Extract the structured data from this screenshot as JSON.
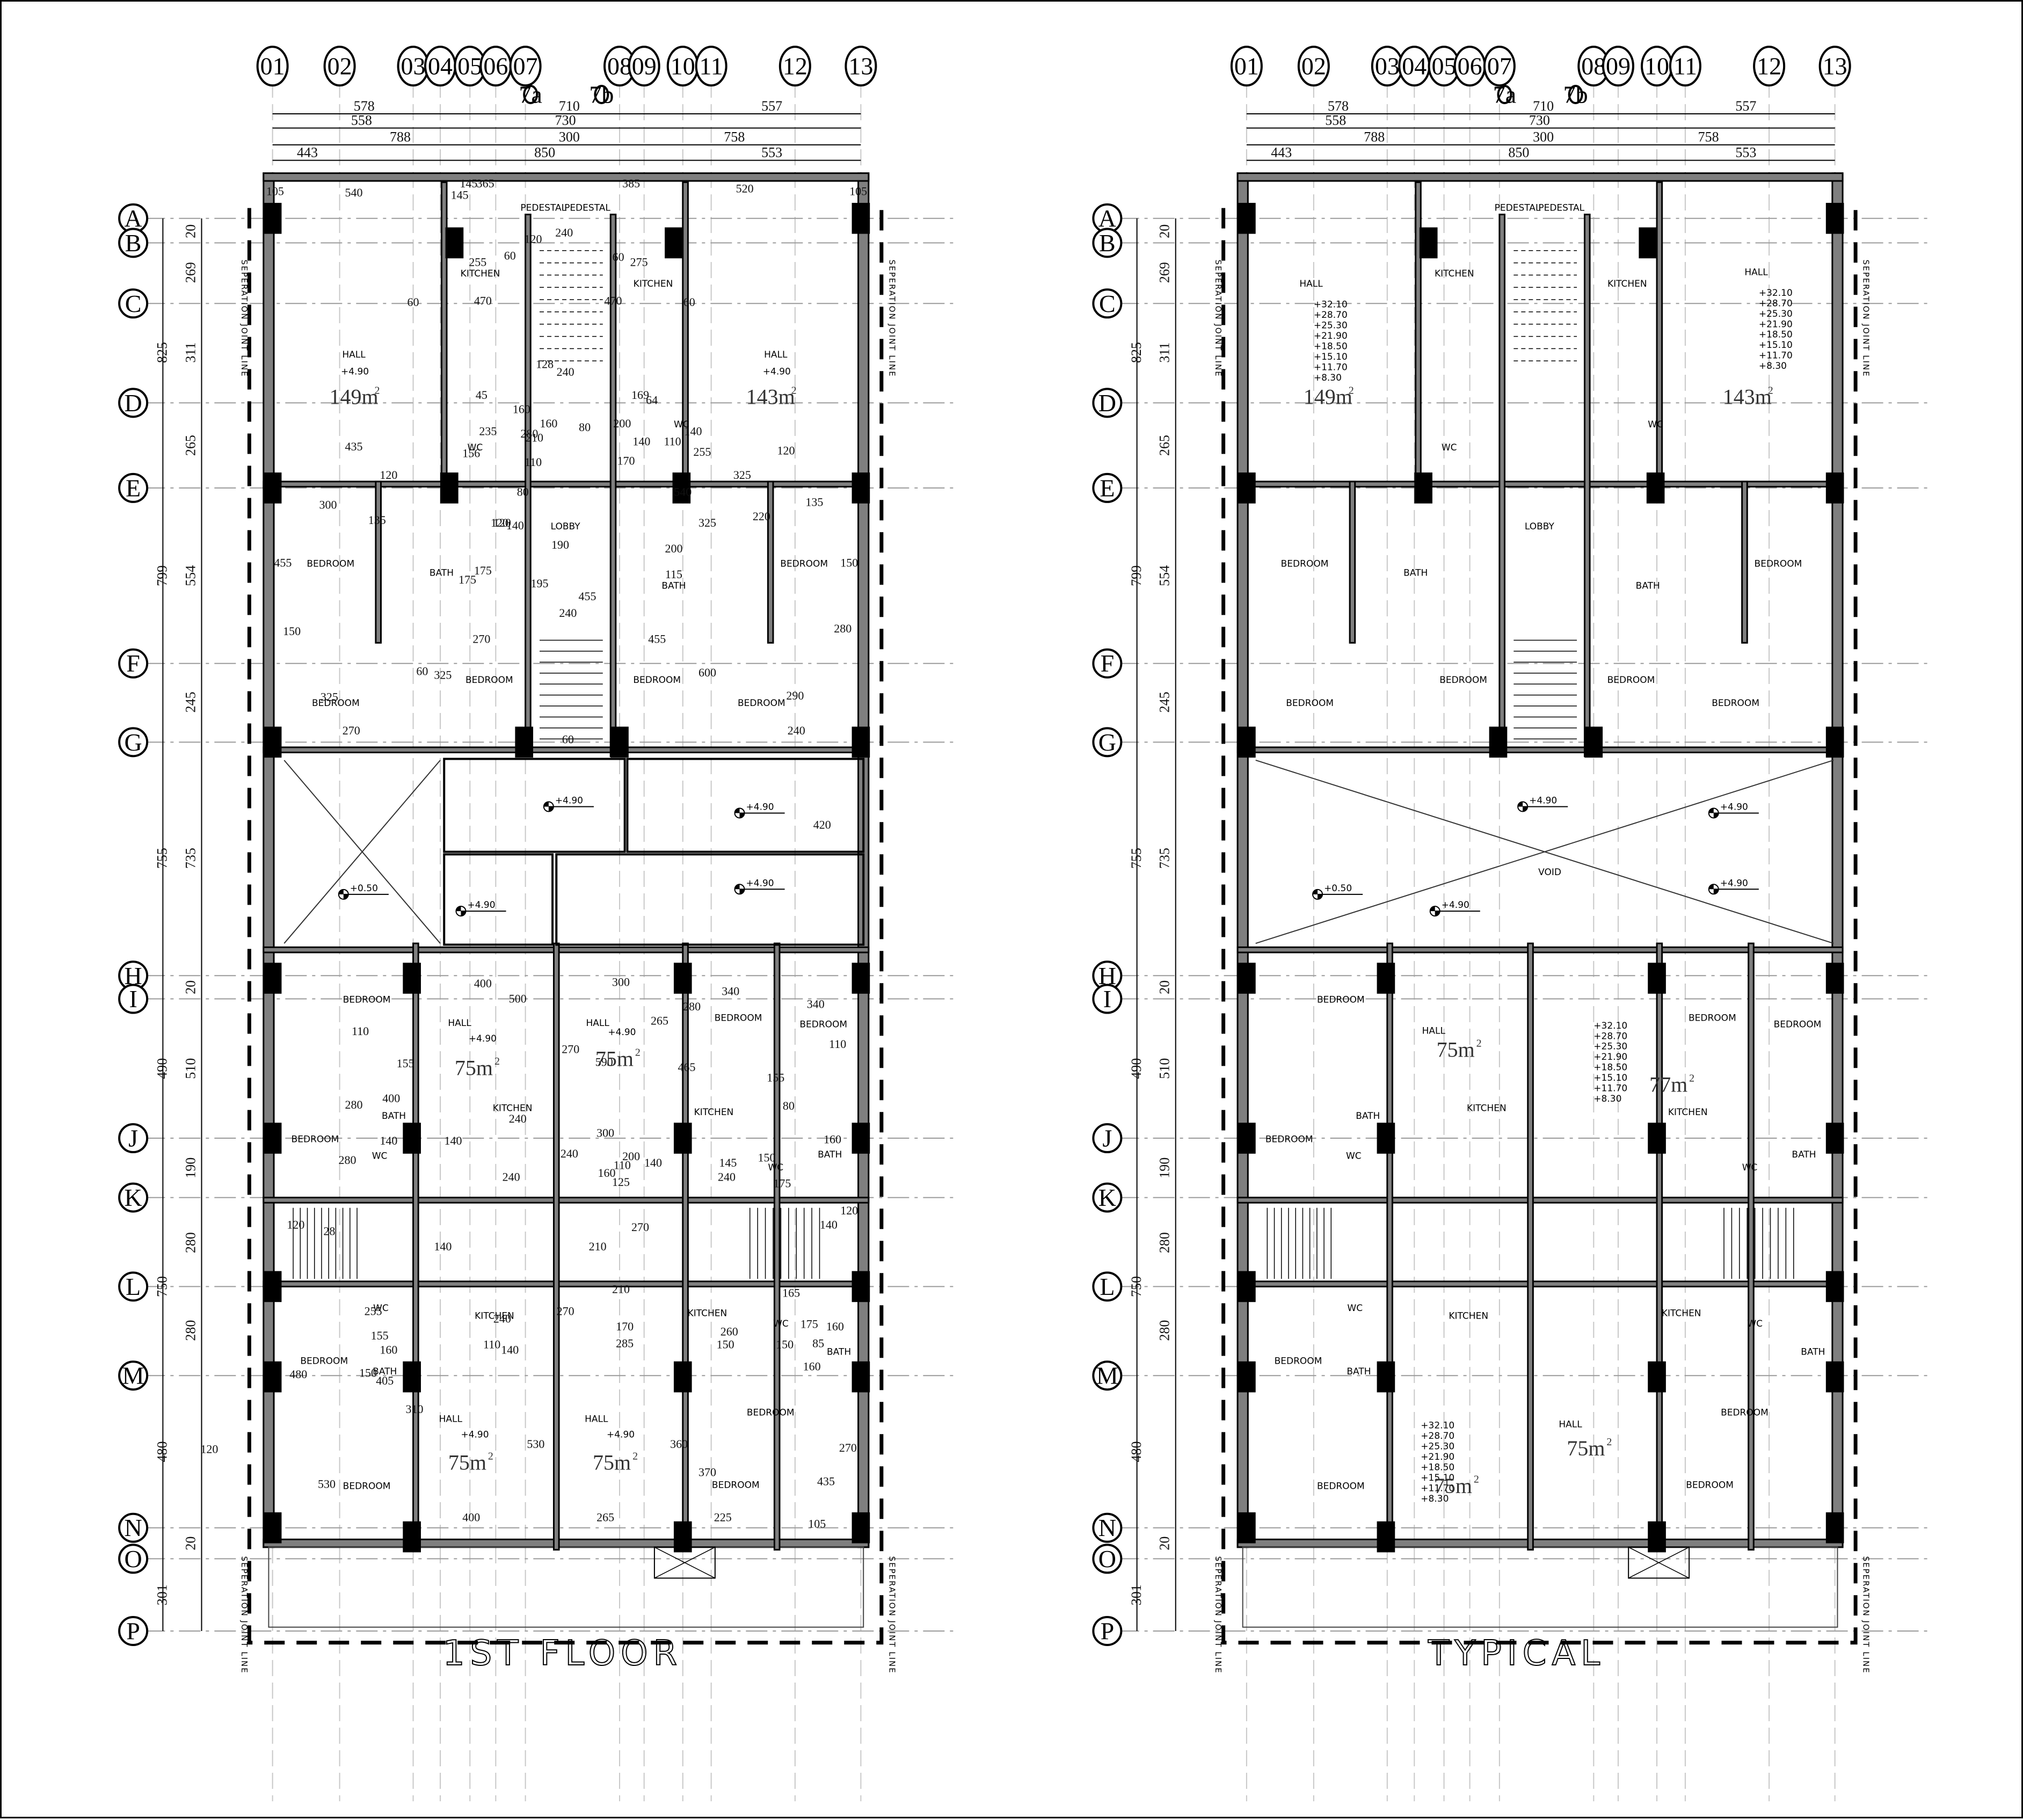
{
  "sheet": {
    "background": "#ffffff",
    "line_color": "#000000",
    "wall_fill": "#7f7f7f"
  },
  "plans": [
    {
      "id": "first-floor",
      "title": "1ST FLOOR",
      "grid_columns": [
        "01",
        "02",
        "03",
        "04",
        "05",
        "06",
        "07",
        "08",
        "09",
        "10",
        "11",
        "12",
        "13"
      ],
      "sub_grid_columns": [
        "7a",
        "7b"
      ],
      "grid_rows": [
        "A",
        "B",
        "C",
        "D",
        "E",
        "F",
        "G",
        "H",
        "I",
        "J",
        "K",
        "L",
        "M",
        "N",
        "O",
        "P"
      ],
      "top_dimensions": {
        "row1": [
          "578",
          "710",
          "557"
        ],
        "row2": [
          "558",
          "730"
        ],
        "row3": [
          "788",
          "300",
          "758"
        ],
        "row4": [
          "443",
          "850",
          "553"
        ]
      },
      "left_dimensions": {
        "outer": [
          "825",
          "799",
          "755",
          "490",
          "750",
          "480",
          "301"
        ],
        "inner": [
          "20",
          "269",
          "311",
          "265",
          "554",
          "245",
          "735",
          "20",
          "510",
          "190",
          "280",
          "280",
          "20"
        ]
      },
      "separation_joint_label": "SEPERATION JOINT LINE",
      "edge_offsets": [
        "45",
        "45",
        "45",
        "45",
        "55",
        "55",
        "45",
        "45",
        "45",
        "45",
        "105",
        "105"
      ],
      "rooms": [
        {
          "label": "HALL",
          "level": "+4.90",
          "area": "149",
          "unit": "m",
          "sup": "2"
        },
        {
          "label": "HALL",
          "level": "+4.90",
          "area": "143",
          "unit": "m",
          "sup": "2"
        },
        {
          "label": "KITCHEN"
        },
        {
          "label": "KITCHEN"
        },
        {
          "label": "PEDESTAL"
        },
        {
          "label": "PEDESTAL"
        },
        {
          "label": "WC"
        },
        {
          "label": "WC"
        },
        {
          "label": "LOBBY"
        },
        {
          "label": "BATH"
        },
        {
          "label": "BATH"
        },
        {
          "label": "BEDROOM"
        },
        {
          "label": "BEDROOM"
        },
        {
          "label": "BEDROOM"
        },
        {
          "label": "BEDROOM"
        },
        {
          "label": "BEDROOM"
        },
        {
          "label": "BEDROOM"
        },
        {
          "label": "HALL",
          "level": "+4.90",
          "area": "75",
          "unit": "m",
          "sup": "2"
        },
        {
          "label": "HALL",
          "level": "+4.90",
          "area": "75",
          "unit": "m",
          "sup": "2"
        },
        {
          "label": "BEDROOM"
        },
        {
          "label": "BEDROOM"
        },
        {
          "label": "BEDROOM"
        },
        {
          "label": "BEDROOM"
        },
        {
          "label": "KITCHEN"
        },
        {
          "label": "KITCHEN"
        },
        {
          "label": "BATH"
        },
        {
          "label": "BATH"
        },
        {
          "label": "WC"
        },
        {
          "label": "WC"
        },
        {
          "label": "KITCHEN"
        },
        {
          "label": "KITCHEN"
        },
        {
          "label": "WC"
        },
        {
          "label": "WC"
        },
        {
          "label": "BATH"
        },
        {
          "label": "BATH"
        },
        {
          "label": "BEDROOM"
        },
        {
          "label": "HALL",
          "level": "+4.90",
          "area": "75",
          "unit": "m",
          "sup": "2"
        },
        {
          "label": "HALL",
          "level": "+4.90",
          "area": "75",
          "unit": "m",
          "sup": "2"
        },
        {
          "label": "BEDROOM"
        },
        {
          "label": "BEDROOM"
        },
        {
          "label": "BEDROOM"
        }
      ],
      "void_levels": [
        "+0.50",
        "+4.90",
        "+4.90",
        "+4.90",
        "+4.90"
      ],
      "void_label": "",
      "room_dimensions": [
        "540",
        "365",
        "385",
        "520",
        "105",
        "105",
        "145",
        "145",
        "240",
        "255",
        "275",
        "60",
        "60",
        "60",
        "60",
        "470",
        "470",
        "128",
        "120",
        "240",
        "169",
        "64",
        "45",
        "160",
        "160",
        "280",
        "210",
        "200",
        "140",
        "110",
        "110",
        "170",
        "156",
        "255",
        "235",
        "140",
        "80",
        "80",
        "540",
        "435",
        "120",
        "120",
        "325",
        "300",
        "135",
        "135",
        "220",
        "120",
        "120",
        "140",
        "325",
        "190",
        "175",
        "200",
        "175",
        "115",
        "195",
        "455",
        "455",
        "150",
        "150",
        "280",
        "270",
        "455",
        "325",
        "325",
        "290",
        "270",
        "240",
        "240",
        "60",
        "60",
        "600",
        "420",
        "400",
        "300",
        "500",
        "590",
        "465",
        "270",
        "265",
        "340",
        "340",
        "280",
        "110",
        "110",
        "155",
        "155",
        "400",
        "280",
        "240",
        "280",
        "140",
        "140",
        "300",
        "240",
        "80",
        "145",
        "160",
        "200",
        "110",
        "160",
        "140",
        "125",
        "175",
        "150",
        "240",
        "240",
        "120",
        "120",
        "28",
        "140",
        "140",
        "210",
        "270",
        "255",
        "240",
        "140",
        "110",
        "270",
        "210",
        "170",
        "285",
        "260",
        "150",
        "165",
        "175",
        "160",
        "85",
        "150",
        "160",
        "155",
        "160",
        "150",
        "405",
        "480",
        "120",
        "310",
        "530",
        "530",
        "360",
        "370",
        "270",
        "435",
        "400",
        "265",
        "225",
        "105"
      ]
    },
    {
      "id": "typical",
      "title": "TYPICAL",
      "grid_columns": [
        "01",
        "02",
        "03",
        "04",
        "05",
        "06",
        "07",
        "08",
        "09",
        "10",
        "11",
        "12",
        "13"
      ],
      "sub_grid_columns": [
        "7a",
        "7b"
      ],
      "grid_rows": [
        "A",
        "B",
        "C",
        "D",
        "E",
        "F",
        "G",
        "H",
        "I",
        "J",
        "K",
        "L",
        "M",
        "N",
        "O",
        "P"
      ],
      "top_dimensions": {
        "row1": [
          "578",
          "710",
          "557"
        ],
        "row2": [
          "558",
          "730"
        ],
        "row3": [
          "788",
          "300",
          "758"
        ],
        "row4": [
          "443",
          "850",
          "553"
        ]
      },
      "left_dimensions": {
        "outer": [
          "825",
          "799",
          "755",
          "490",
          "750",
          "480",
          "301"
        ],
        "inner": [
          "20",
          "269",
          "311",
          "265",
          "554",
          "245",
          "735",
          "20",
          "510",
          "190",
          "280",
          "280",
          "20"
        ]
      },
      "separation_joint_label": "SEPERATION JOINT LINE",
      "typical_levels": [
        "+32.10",
        "+28.70",
        "+25.30",
        "+21.90",
        "+18.50",
        "+15.10",
        "+11.70",
        "+8.30"
      ],
      "rooms": [
        {
          "label": "HALL",
          "area": "149",
          "unit": "m",
          "sup": "2"
        },
        {
          "label": "HALL",
          "area": "143",
          "unit": "m",
          "sup": "2"
        },
        {
          "label": "HALL",
          "area": "75",
          "unit": "m",
          "sup": "2"
        },
        {
          "label": "HALL",
          "area": "77",
          "unit": "m",
          "sup": "2"
        },
        {
          "label": "HALL",
          "area": "75",
          "unit": "m",
          "sup": "2"
        },
        {
          "label": "HALL",
          "area": "75",
          "unit": "m",
          "sup": "2"
        }
      ],
      "void_levels": [
        "+0.50",
        "+4.90",
        "+4.90",
        "+4.90",
        "+4.90"
      ],
      "void_label": "VOID"
    }
  ]
}
